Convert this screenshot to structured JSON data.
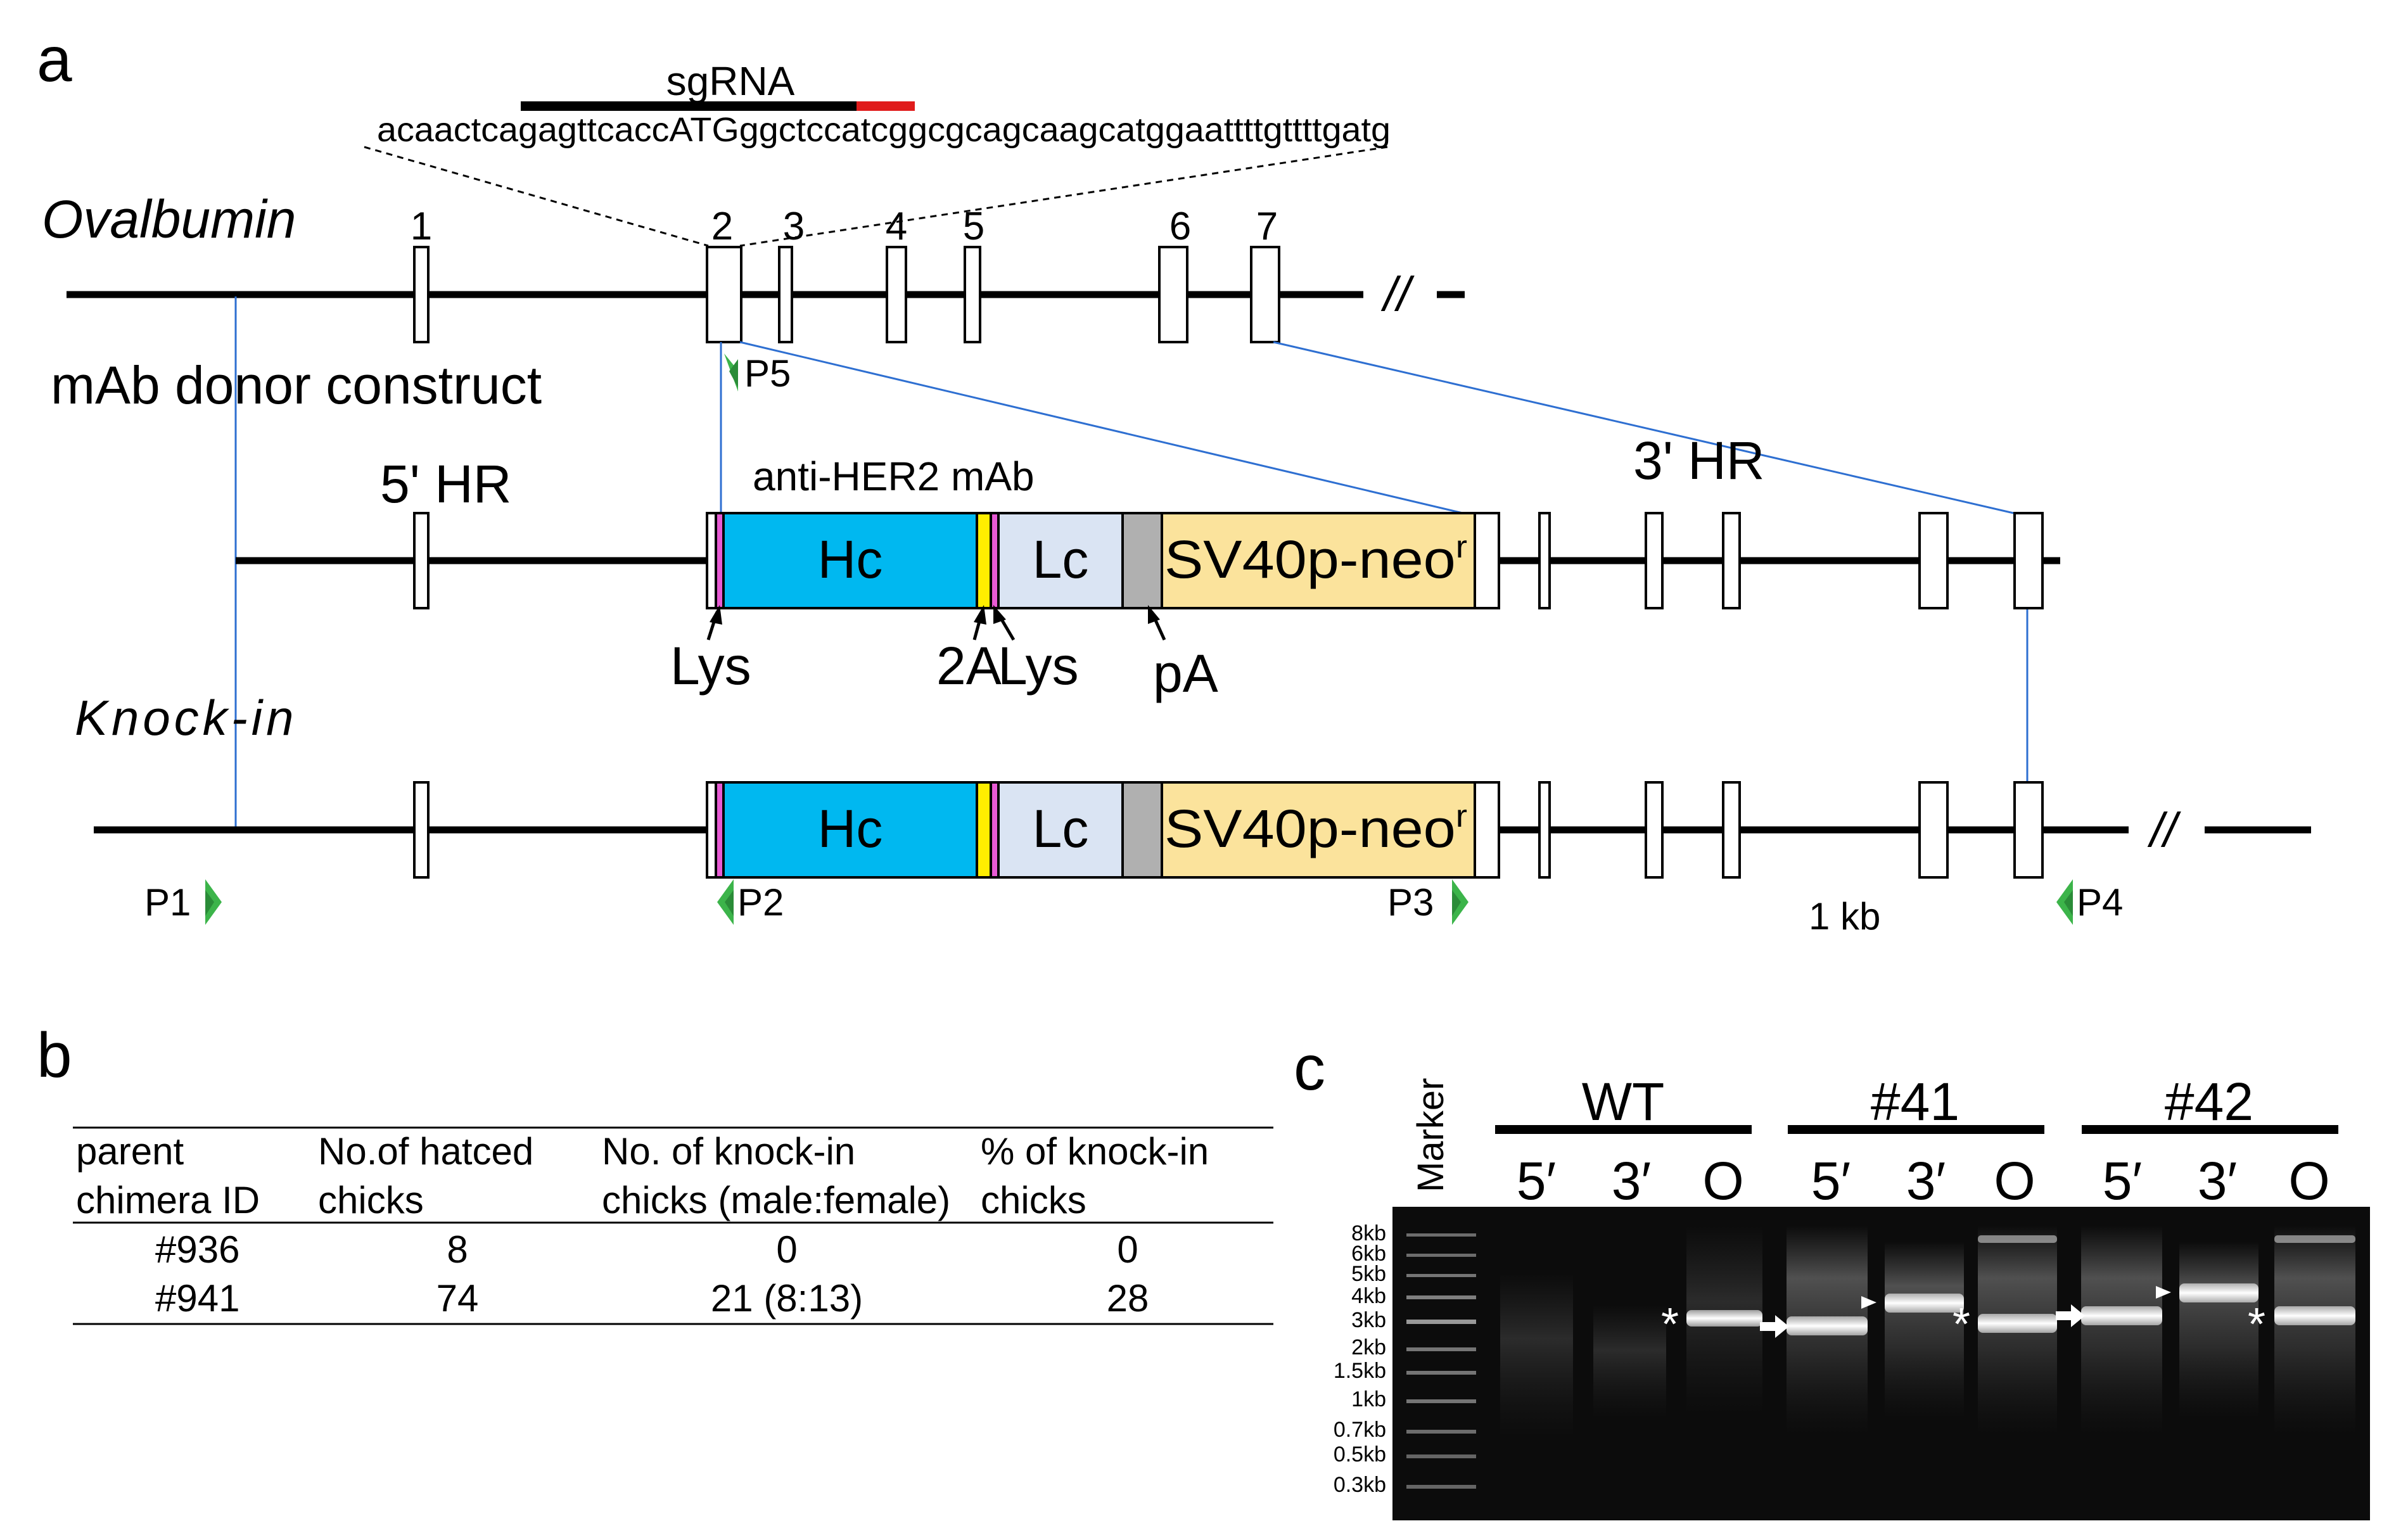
{
  "panels": {
    "a": {
      "label": "a",
      "sgrna_label": "sgRNA",
      "sequence": "acaactcagagttcaccATGggctccatcggcgcagcaagcatggaattttgttttgatg",
      "ovalbumin_label": "Ovalbumin",
      "exons": [
        "1",
        "2",
        "3",
        "4",
        "5",
        "6",
        "7"
      ],
      "break_mark": "//",
      "donor_label": "mAb donor construct",
      "hr5_label": "5' HR",
      "hr3_label": "3' HR",
      "antibody_label": "anti-HER2 mAb",
      "hc": "Hc",
      "lc": "Lc",
      "neo": "SV40p-neo",
      "neo_sup": "r",
      "lys1": "Lys",
      "twoA": "2A",
      "lys2": "Lys",
      "pa": "pA",
      "knockin_label": "Knock-in",
      "primers": [
        "P1",
        "P2",
        "P3",
        "P4",
        "P5"
      ],
      "scale_label": "1 kb",
      "colors": {
        "hc": "#00b8f0",
        "lc": "#dae4f3",
        "neo": "#fbe39c",
        "pa": "#b0b0b0",
        "lys": "#e85ad4",
        "twoA": "#ffee00",
        "sgrna_pam": "#e01b1b",
        "primer": "#3cb44a",
        "guide": "#2e6fd1"
      }
    },
    "b": {
      "label": "b",
      "headers": [
        [
          "parent",
          "chimera ID"
        ],
        [
          "No.of hatced",
          "chicks"
        ],
        [
          "No. of knock-in",
          "chicks (male:female)"
        ],
        [
          "% of knock-in",
          "chicks"
        ]
      ],
      "rows": [
        [
          "#936",
          "8",
          "0",
          "0"
        ],
        [
          "#941",
          "74",
          "21 (8:13)",
          "28"
        ]
      ]
    },
    "c": {
      "label": "c",
      "marker_label": "Marker",
      "groups": [
        "WT",
        "#41",
        "#42"
      ],
      "lanes": [
        "5′",
        "3′",
        "O",
        "5′",
        "3′",
        "O",
        "5′",
        "3′",
        "O"
      ],
      "ladder": [
        "8kb",
        "6kb",
        "5kb",
        "4kb",
        "3kb",
        "2kb",
        "1.5kb",
        "1kb",
        "0.7kb",
        "0.5kb",
        "0.3kb"
      ],
      "star": "*"
    }
  }
}
